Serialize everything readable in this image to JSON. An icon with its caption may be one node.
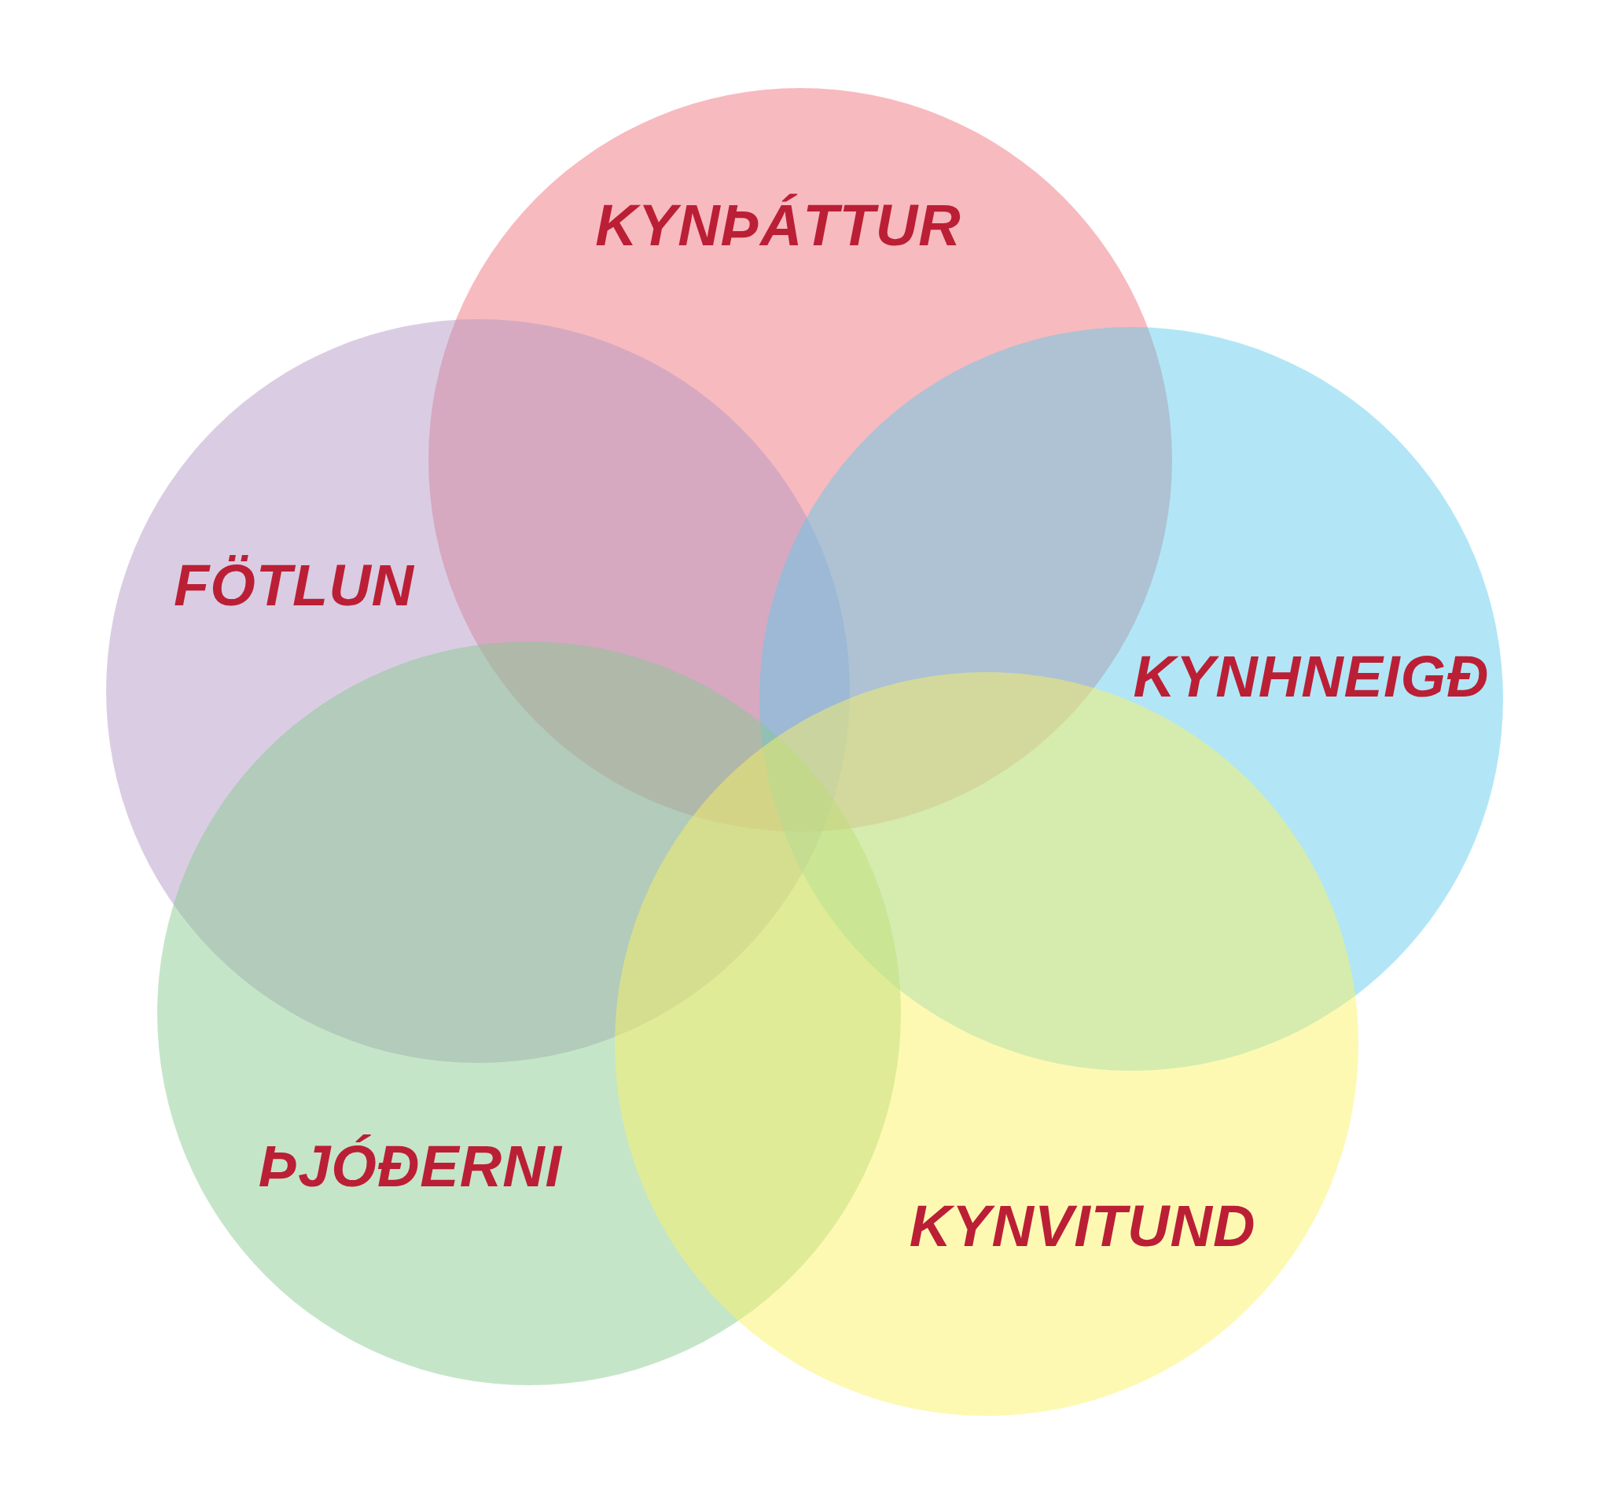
{
  "diagram": {
    "nodes": [
      {
        "text": [
          "KYNÞÁTTUR"
        ]
      },
      {
        "text": [
          "FÖTLUN"
        ]
      },
      {
        "text": [
          "KYNHNEIGÐ"
        ]
      },
      {
        "text": [
          "ÞJÓÐERNI"
        ]
      },
      {
        "text": [
          "KYNVITUND"
        ]
      }
    ]
  }
}
